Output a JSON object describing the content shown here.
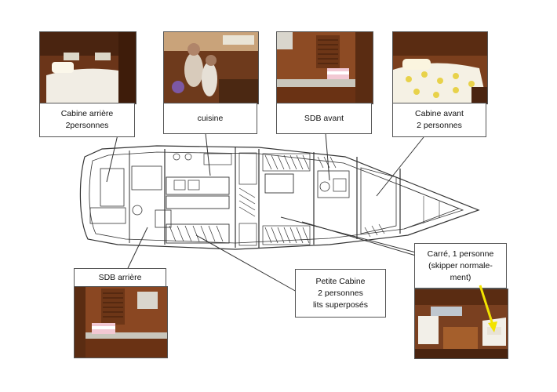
{
  "labels": {
    "cabine_arriere": [
      "Cabine arrière",
      "2personnes"
    ],
    "cuisine": [
      "cuisine"
    ],
    "sdb_avant": [
      "SDB avant"
    ],
    "cabine_avant": [
      "Cabine avant",
      "2 personnes"
    ],
    "sdb_arriere": [
      "SDB arrière"
    ],
    "petite_cabine": [
      "Petite Cabine",
      "2 personnes",
      "lits superposés"
    ],
    "carre": [
      "Carré, 1 personne",
      "(skipper normale-",
      "ment)"
    ]
  },
  "photos": {
    "cabine_arriere": "aft-cabin-photo",
    "cuisine": "galley-photo",
    "sdb_avant": "forward-bathroom-photo",
    "cabine_avant": "forward-cabin-photo",
    "sdb_arriere": "aft-bathroom-photo",
    "carre": "saloon-photo"
  },
  "colors": {
    "wood": "#8a4a22",
    "dark_wood": "#5a2c12",
    "linen": "#f3efe6",
    "plan_line": "#333333",
    "arrow": "#f2e300"
  }
}
